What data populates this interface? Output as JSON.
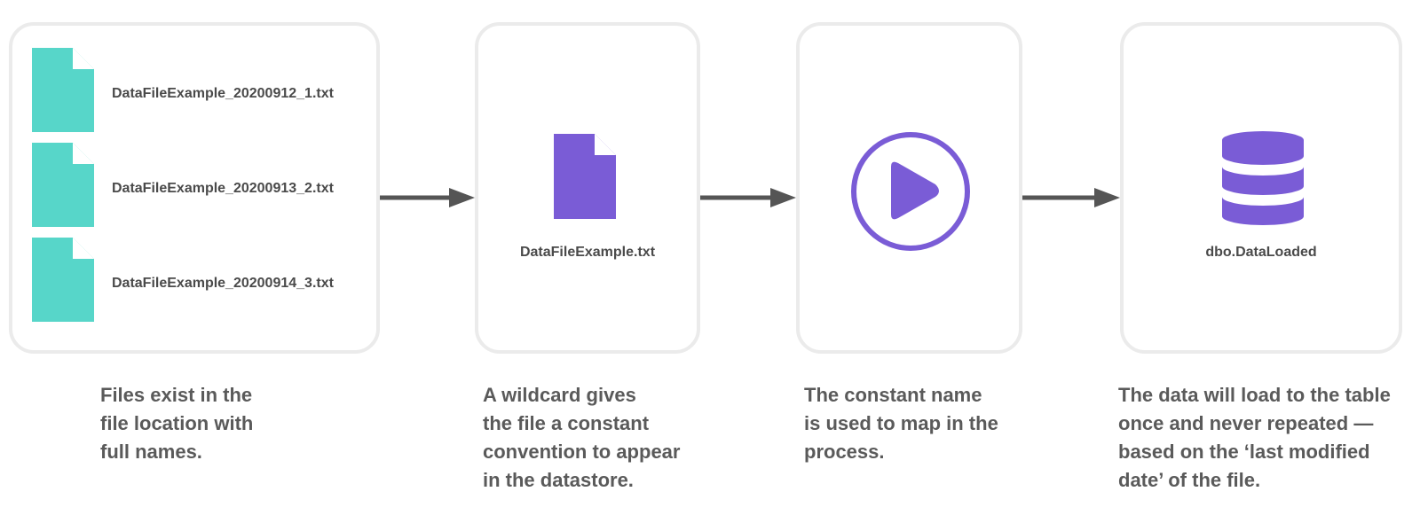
{
  "colors": {
    "teal_file": "#57d6c9",
    "purple": "#7a5cd6",
    "arrow": "#555555",
    "box_border": "#ebebeb"
  },
  "stages": [
    {
      "files": [
        {
          "icon": "file-icon",
          "name": "DataFileExample_20200912_1.txt"
        },
        {
          "icon": "file-icon",
          "name": "DataFileExample_20200913_2.txt"
        },
        {
          "icon": "file-icon",
          "name": "DataFileExample_20200914_3.txt"
        }
      ],
      "caption": [
        "Files exist in the",
        "file location with",
        "full names."
      ]
    },
    {
      "icon": "file-icon",
      "label": "DataFileExample.txt",
      "caption": [
        "A wildcard gives",
        "the file a constant",
        "convention to appear",
        "in the datastore."
      ]
    },
    {
      "icon": "play-icon",
      "label": "",
      "caption": [
        "The constant name",
        "is used to map in the",
        "process."
      ]
    },
    {
      "icon": "database-icon",
      "label": "dbo.DataLoaded",
      "caption": [
        "The data will load to the table",
        "once and never repeated —",
        "based on the ‘last modified",
        "date’ of the file."
      ]
    }
  ]
}
